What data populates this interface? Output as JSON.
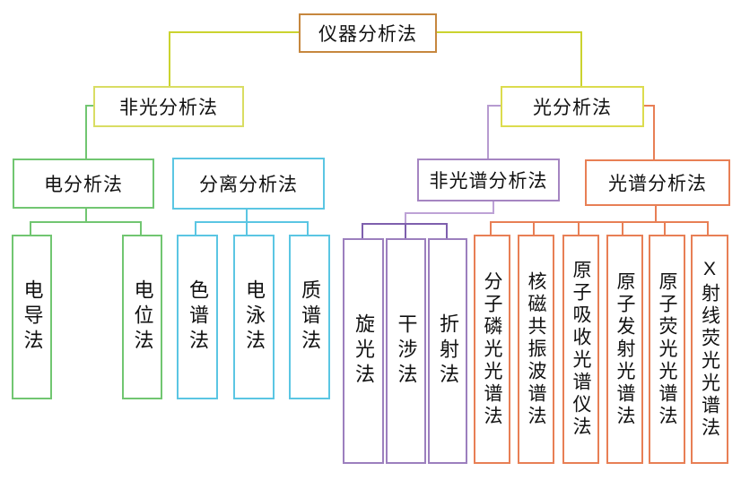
{
  "diagram": {
    "kind": "classification-tree",
    "root": {
      "label": "仪器分析法"
    },
    "level2": {
      "non_optical": {
        "label": "非光分析法"
      },
      "optical": {
        "label": "光分析法"
      }
    },
    "level3": {
      "electro": {
        "label": "电分析法"
      },
      "separation": {
        "label": "分离分析法"
      },
      "non_spectro": {
        "label": "非光谱分析法"
      },
      "spectro": {
        "label": "光谱分析法"
      }
    },
    "leaves": {
      "electro_children": [
        {
          "label": "电导法"
        },
        {
          "label": "电位法"
        }
      ],
      "separation_children": [
        {
          "label": "色谱法"
        },
        {
          "label": "电泳法"
        },
        {
          "label": "质谱法"
        }
      ],
      "non_spectro_children": [
        {
          "label": "旋光法"
        },
        {
          "label": "干涉法"
        },
        {
          "label": "折射法"
        }
      ],
      "spectro_children": [
        {
          "label": "分子磷光光谱法"
        },
        {
          "label": "核磁共振波谱法"
        },
        {
          "label": "原子吸收光谱仪法"
        },
        {
          "label": "原子发射光谱法"
        },
        {
          "label": "原子荧光光谱法"
        },
        {
          "label": "X射线荧光光谱法"
        }
      ]
    },
    "colors": {
      "root_border": "#c6873e",
      "top_connectors": "#cbd32f",
      "non_optical_border": "#d9dd63",
      "optical_border": "#dcdc4e",
      "electro_branch": "#71c671",
      "separation_branch": "#5bc6e3",
      "non_spectro_box": "#9c7fbe",
      "non_spectro_connector_light": "#bda2d6",
      "non_spectro_connector_dark": "#7e5fad",
      "spectro_branch": "#e87f55",
      "text": "#111111",
      "background": "#ffffff"
    }
  }
}
